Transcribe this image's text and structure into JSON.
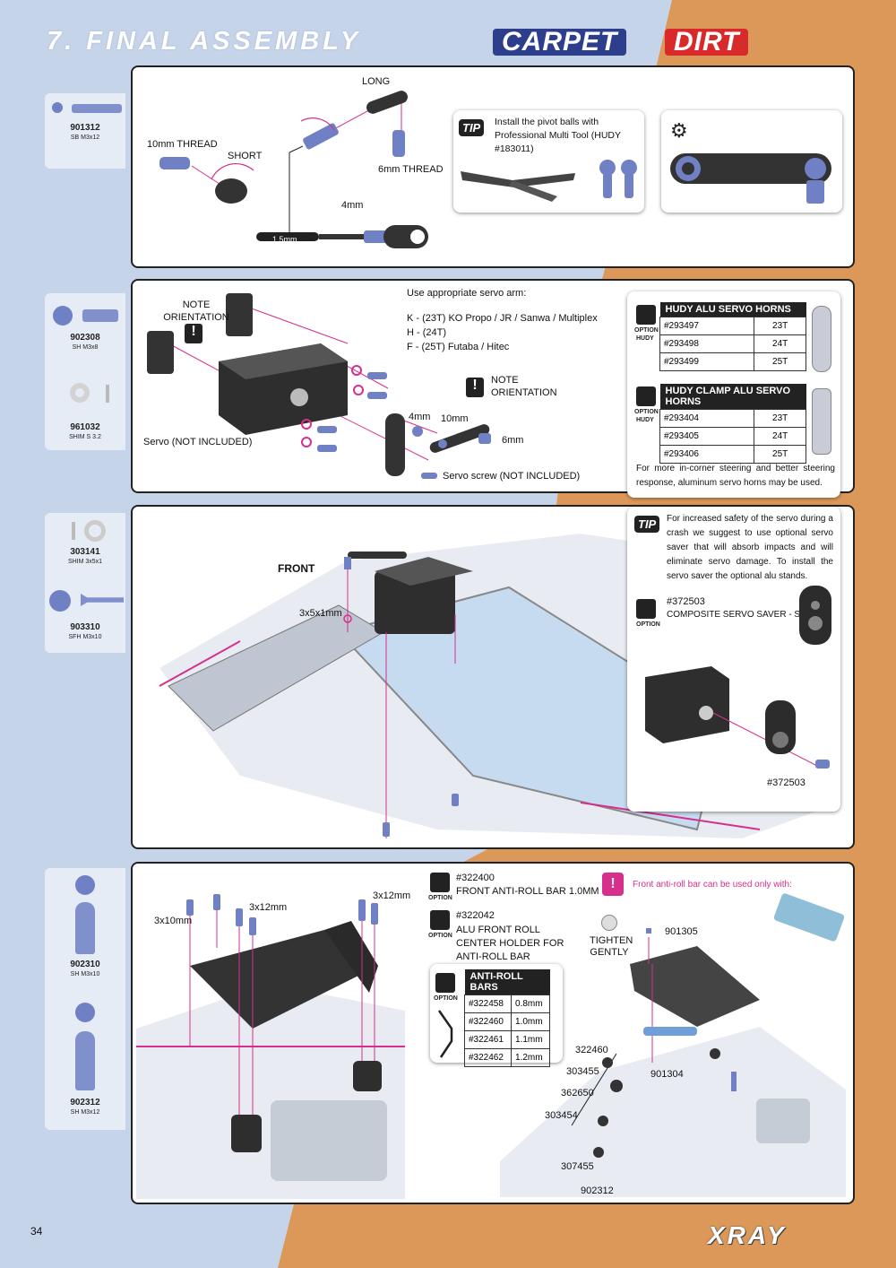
{
  "header": {
    "title": "7. FINAL ASSEMBLY",
    "carpet": "CARPET",
    "dirt": "DIRT"
  },
  "colors": {
    "blue_bg": "#c6d4ea",
    "orange_bg": "#dc9858",
    "carpet": "#2c3e8c",
    "dirt": "#d82a2a",
    "leader": "#d62f8c"
  },
  "step1": {
    "part": {
      "num": "901312",
      "name": "SB M3x12"
    },
    "labels": {
      "long": "LONG",
      "short": "SHORT",
      "thread10": "10mm THREAD",
      "thread6": "6mm THREAD",
      "mm4": "4mm",
      "tool": "1.5mm"
    },
    "tip": {
      "badge": "TIP",
      "text": "Install the pivot balls with Professional Multi Tool (HUDY #183011)"
    }
  },
  "step2": {
    "parts": [
      {
        "num": "902308",
        "name": "SH M3x8"
      },
      {
        "num": "961032",
        "name": "SHIM S 3.2"
      }
    ],
    "labels": {
      "note": "NOTE ORIENTATION",
      "servo": "Servo (NOT INCLUDED)",
      "servo_screw": "Servo screw (NOT INCLUDED)",
      "mm4": "4mm",
      "mm10": "10mm",
      "mm6": "6mm",
      "note2": "NOTE ORIENTATION"
    },
    "arm": {
      "heading": "Use appropriate servo arm:",
      "lines": [
        "K - (23T) KO Propo / JR / Sanwa / Multiplex",
        "H - (24T)",
        "F - (25T) Futaba / Hitec"
      ]
    },
    "horns": {
      "option": "OPTION",
      "hudy": "HUDY",
      "alu_title": "HUDY ALU SERVO HORNS",
      "alu": [
        [
          "#293497",
          "23T"
        ],
        [
          "#293498",
          "24T"
        ],
        [
          "#293499",
          "25T"
        ]
      ],
      "clamp_title": "HUDY CLAMP ALU SERVO HORNS",
      "clamp": [
        [
          "#293404",
          "23T"
        ],
        [
          "#293405",
          "24T"
        ],
        [
          "#293406",
          "25T"
        ]
      ],
      "note": "For more in-corner steering and better steering response, aluminum servo horns may be used."
    }
  },
  "step3": {
    "parts": [
      {
        "num": "303141",
        "name": "SHIM 3x5x1"
      },
      {
        "num": "903310",
        "name": "SFH M3x10"
      }
    ],
    "labels": {
      "front": "FRONT",
      "shim": "3x5x1mm"
    },
    "tip": {
      "badge": "TIP",
      "text": "For increased safety of the servo during a crash we suggest to use optional servo saver that will absorb impacts and will eliminate servo damage. To install the servo saver the optional alu stands."
    },
    "saver": {
      "num": "#372503",
      "name": "COMPOSITE SERVO SAVER - STIFF",
      "option": "OPTION",
      "callout": "#372503"
    }
  },
  "step4": {
    "parts": [
      {
        "num": "902310",
        "name": "SH M3x10"
      },
      {
        "num": "902312",
        "name": "SH M3x12"
      }
    ],
    "labels": {
      "s10": "3x10mm",
      "s12a": "3x12mm",
      "s12b": "3x12mm",
      "tighten": "TIGHTEN GENTLY"
    },
    "options": [
      {
        "num": "#322400",
        "name": "FRONT ANTI-ROLL BAR 1.0MM SET",
        "option": "OPTION"
      },
      {
        "num": "#322042",
        "name": "ALU FRONT ROLL CENTER HOLDER FOR ANTI-ROLL BAR",
        "option": "OPTION"
      }
    ],
    "warning": "Front anti-roll bar can be used only with:",
    "bars": {
      "title": "ANTI-ROLL BARS",
      "option": "OPTION",
      "rows": [
        [
          "#322458",
          "0.8mm"
        ],
        [
          "#322460",
          "1.0mm"
        ],
        [
          "#322461",
          "1.1mm"
        ],
        [
          "#322462",
          "1.2mm"
        ]
      ]
    },
    "callouts": [
      "901305",
      "322460",
      "303455",
      "901304",
      "362650",
      "303454",
      "307455",
      "902312"
    ]
  },
  "footer": {
    "page": "34",
    "brand": "XRAY"
  }
}
